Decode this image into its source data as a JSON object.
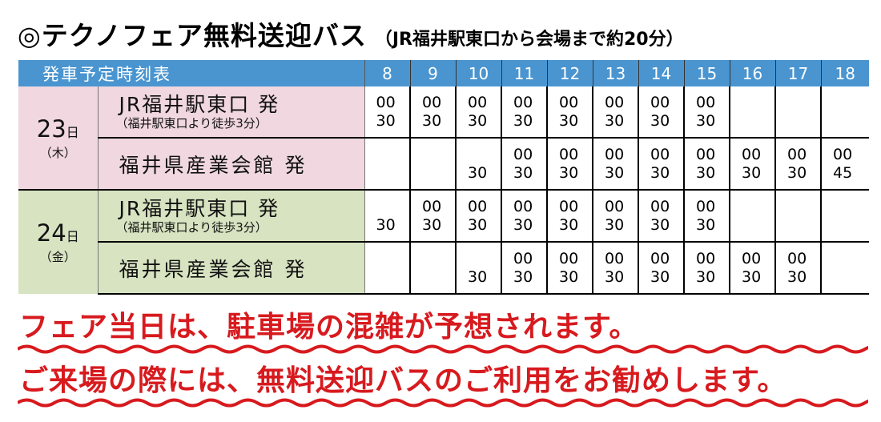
{
  "title": {
    "main": "◎テクノフェア無料送迎バス",
    "sub": "（JR福井駅東口から会場まで約20分）"
  },
  "timetable": {
    "caption": "発車予定時刻表",
    "hours": [
      "8",
      "9",
      "10",
      "11",
      "12",
      "13",
      "14",
      "15",
      "16",
      "17",
      "18"
    ],
    "days": [
      {
        "day_num": "23",
        "day_suffix": "日",
        "weekday": "（木）",
        "bg_color": "#f0d7e0",
        "routes": [
          {
            "stop_name": "JR福井駅東口 発",
            "note": "（福井駅東口より徒歩3分）",
            "times": [
              [
                "00",
                "30"
              ],
              [
                "00",
                "30"
              ],
              [
                "00",
                "30"
              ],
              [
                "00",
                "30"
              ],
              [
                "00",
                "30"
              ],
              [
                "00",
                "30"
              ],
              [
                "00",
                "30"
              ],
              [
                "00",
                "30"
              ],
              [
                "",
                ""
              ],
              [
                "",
                ""
              ],
              [
                "",
                ""
              ]
            ]
          },
          {
            "stop_name": "福井県産業会館 発",
            "note": "",
            "times": [
              [
                "",
                ""
              ],
              [
                "",
                ""
              ],
              [
                "",
                "30"
              ],
              [
                "00",
                "30"
              ],
              [
                "00",
                "30"
              ],
              [
                "00",
                "30"
              ],
              [
                "00",
                "30"
              ],
              [
                "00",
                "30"
              ],
              [
                "00",
                "30"
              ],
              [
                "00",
                "30"
              ],
              [
                "00",
                "45"
              ]
            ]
          }
        ]
      },
      {
        "day_num": "24",
        "day_suffix": "日",
        "weekday": "（金）",
        "bg_color": "#d7e3c1",
        "routes": [
          {
            "stop_name": "JR福井駅東口 発",
            "note": "（福井駅東口より徒歩3分）",
            "times": [
              [
                "",
                "30"
              ],
              [
                "00",
                "30"
              ],
              [
                "00",
                "30"
              ],
              [
                "00",
                "30"
              ],
              [
                "00",
                "30"
              ],
              [
                "00",
                "30"
              ],
              [
                "00",
                "30"
              ],
              [
                "00",
                "30"
              ],
              [
                "",
                ""
              ],
              [
                "",
                ""
              ],
              [
                "",
                ""
              ]
            ]
          },
          {
            "stop_name": "福井県産業会館 発",
            "note": "",
            "times": [
              [
                "",
                ""
              ],
              [
                "",
                ""
              ],
              [
                "",
                "30"
              ],
              [
                "00",
                "30"
              ],
              [
                "00",
                "30"
              ],
              [
                "00",
                "30"
              ],
              [
                "00",
                "30"
              ],
              [
                "00",
                "30"
              ],
              [
                "00",
                "30"
              ],
              [
                "00",
                "30"
              ],
              [
                "",
                ""
              ]
            ]
          }
        ]
      }
    ]
  },
  "notice": {
    "line1": "フェア当日は、駐車場の混雑が予想されます。",
    "line2": "ご来場の際には、無料送迎バスのご利用をお勧めします。"
  },
  "colors": {
    "header_blue": "#4a95d0",
    "day23_pink": "#f0d7e0",
    "day24_green": "#d7e3c1",
    "notice_red": "#d71a1e"
  }
}
